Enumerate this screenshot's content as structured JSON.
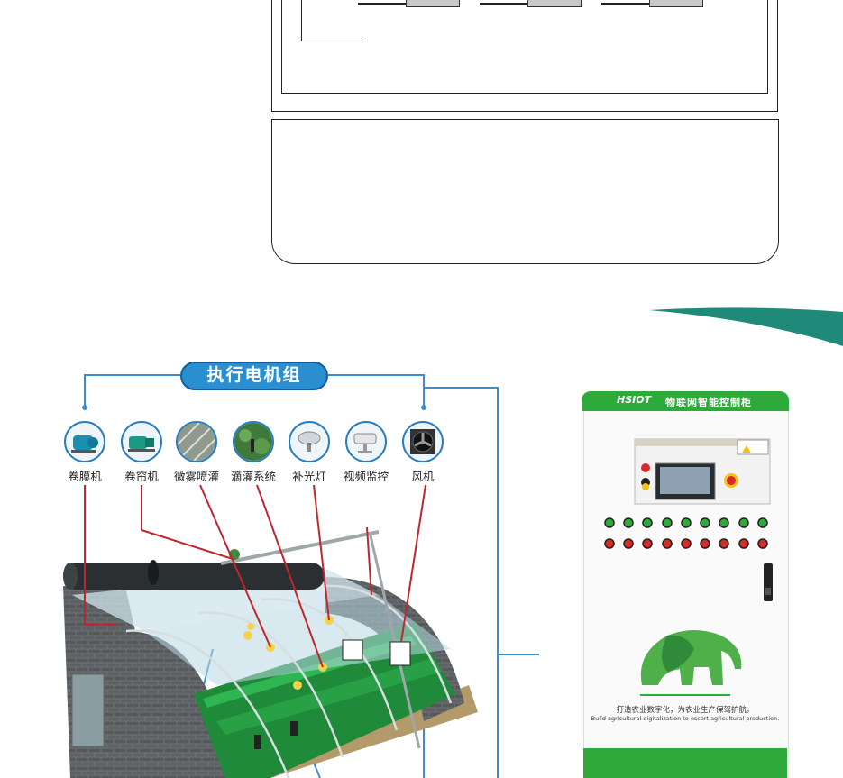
{
  "diagram": {
    "title": "执行电机组",
    "components": [
      {
        "label": "卷膜机",
        "icon": "pump-motor-icon"
      },
      {
        "label": "卷帘机",
        "icon": "curtain-motor-icon"
      },
      {
        "label": "微雾喷灌",
        "icon": "mist-spray-icon"
      },
      {
        "label": "滴灌系统",
        "icon": "drip-irrigation-icon"
      },
      {
        "label": "补光灯",
        "icon": "grow-light-icon"
      },
      {
        "label": "视频监控",
        "icon": "cctv-camera-icon"
      },
      {
        "label": "风机",
        "icon": "fan-icon"
      }
    ]
  },
  "cabinet": {
    "brand": "HSIOT",
    "title": "物联网智能控制柜",
    "slogan_cn": "打造农业数字化，为农业生产保驾护航。",
    "slogan_en": "Build agricultural digitalization to escort agricultural production."
  },
  "colors": {
    "accent_blue": "#2a8fd1",
    "leader_red": "#c0262d",
    "cabinet_green": "#2eaa3a",
    "swoosh_teal": "#1f8a7a"
  }
}
